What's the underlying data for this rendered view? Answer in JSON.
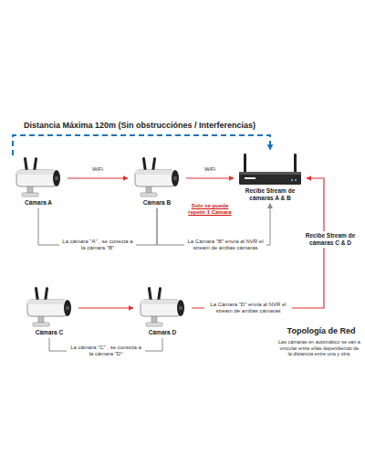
{
  "diagram": {
    "title": "Distancia Máxima 120m (Sin obstrucciónes / Interferencias)",
    "nodes": [
      {
        "text": [
          "Cámara A"
        ]
      },
      {
        "text": [
          "Cámara B"
        ]
      },
      {
        "text": [
          "Recibe Stream de cámaras A & B"
        ]
      },
      {
        "text": [
          "Cámara C"
        ]
      },
      {
        "text": [
          "Cámara D"
        ]
      }
    ],
    "edges": [
      {
        "from": 0,
        "to": 1,
        "arrow": "to",
        "label": "WiFi"
      },
      {
        "from": 1,
        "to": 2,
        "arrow": "to",
        "label": "WiFi"
      },
      {
        "from": 0,
        "to": 1,
        "arrow": "none",
        "label": "La cámara \"A\" , se conecta a la cámara \"B\""
      },
      {
        "from": 1,
        "to": 2,
        "arrow": "to",
        "label": "La Cámara \"B\" envía al NVR el stream de ambas cámaras"
      },
      {
        "from": 3,
        "to": 4,
        "arrow": "to"
      },
      {
        "from": 3,
        "to": 4,
        "arrow": "none",
        "label": "La cámara \"C\" , se conecta a la cámara \"D\""
      },
      {
        "from": 4,
        "to": 2,
        "arrow": "to",
        "label": "La Cámara \"D\" envía al NVR el stream de ambas cámaras"
      },
      {
        "from": 0,
        "to": 2,
        "arrow": "to"
      }
    ],
    "labels": [
      "Solo se puede repetir 1 Cámara",
      "Recibe Stream de cámaras C & D",
      "Topología de Red",
      "Las cámaras en automático se van a vincular entre ellas dependiendo de la distancia entre una y otra."
    ]
  }
}
